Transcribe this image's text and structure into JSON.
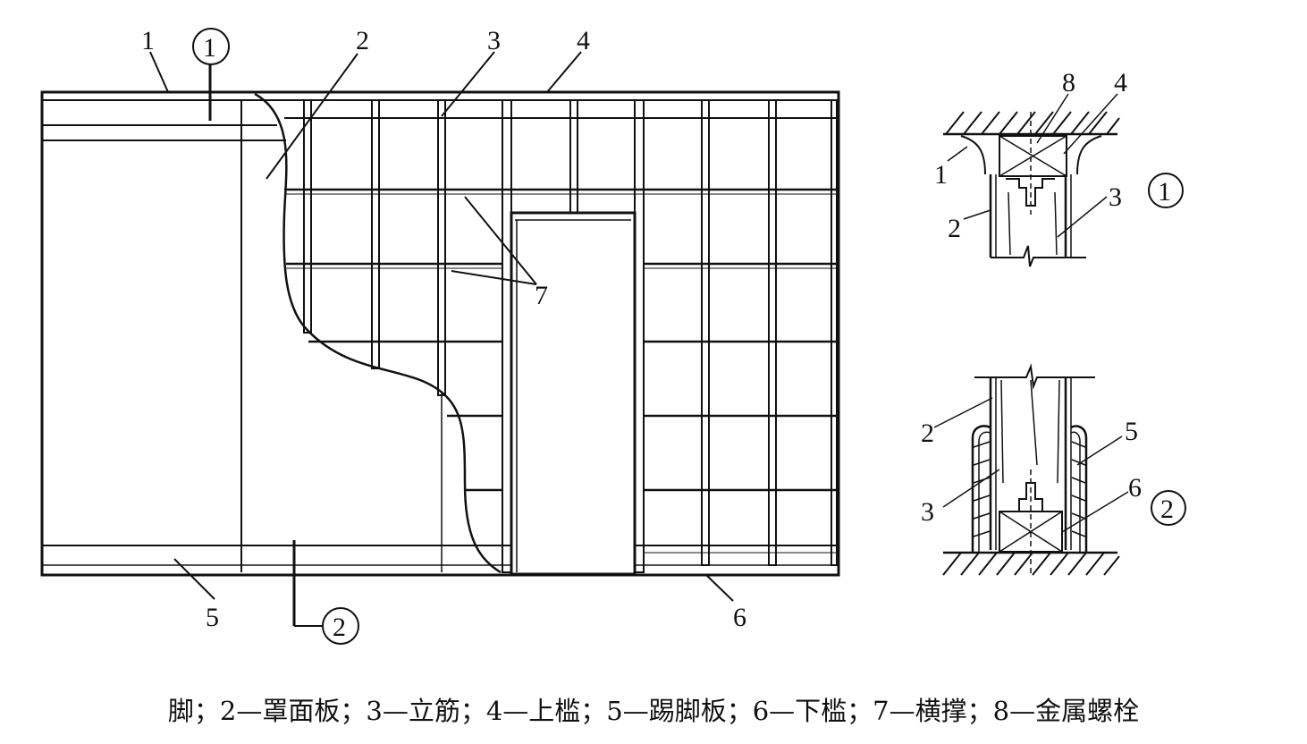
{
  "labels": {
    "n1": "1",
    "n2": "2",
    "n3": "3",
    "n4": "4",
    "n5": "5",
    "n6": "6",
    "n7": "7",
    "n8": "8",
    "c1": "1",
    "c2": "2"
  },
  "caption": "脚；2—罩面板；3—立筋；4—上槛；5—踢脚板；6—下槛；7—横撑；8—金属螺栓"
}
